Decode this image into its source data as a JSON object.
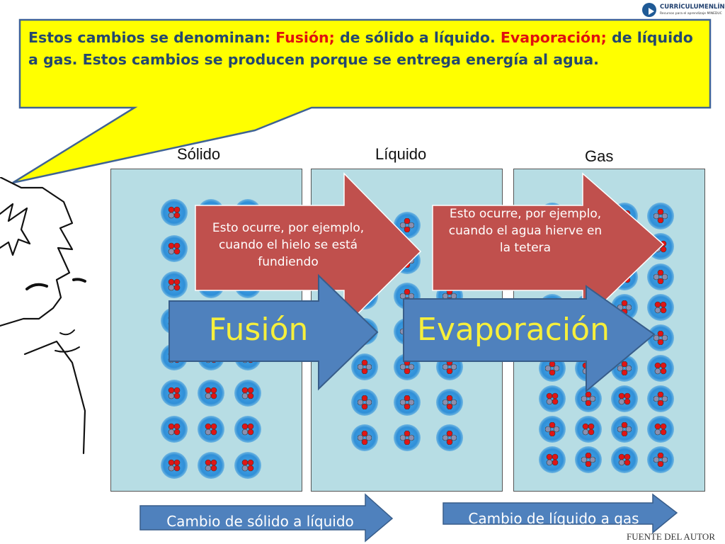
{
  "logo": {
    "name": "CURRÍCULUMENLÍNEA",
    "tagline": "Recursos para el aprendizaje MINEDUC"
  },
  "bubble": {
    "part1": "Estos cambios se denominan: ",
    "fusion": "Fusión;",
    "part2": " de sólido a líquido. ",
    "evaporacion": "Evaporación;",
    "part3": " de líquido a gas. Estos cambios se producen porque se entrega energía al agua."
  },
  "phases": {
    "solid": "Sólido",
    "liquid": "Líquido",
    "gas": "Gas"
  },
  "arrows": {
    "fusion": "Fusión",
    "evaporation": "Evaporación"
  },
  "notes": {
    "fusion": "Esto ocurre, por ejemplo, cuando el hielo se está fundiendo",
    "evaporation": "Esto ocurre, por ejemplo, cuando el agua hierve en la tetera"
  },
  "bottom": {
    "solid_to_liquid": "Cambio de sólido a líquido",
    "liquid_to_gas": "Cambio de líquido a gas"
  },
  "credit": "FUENTE DEL AUTOR",
  "colors": {
    "bubble": "#ffff00",
    "panel": "#b7dde4",
    "arrow": "#4f81bd",
    "note": "#c0504d",
    "arrow_text": "#f6ef3c",
    "highlight": "#e01010"
  }
}
